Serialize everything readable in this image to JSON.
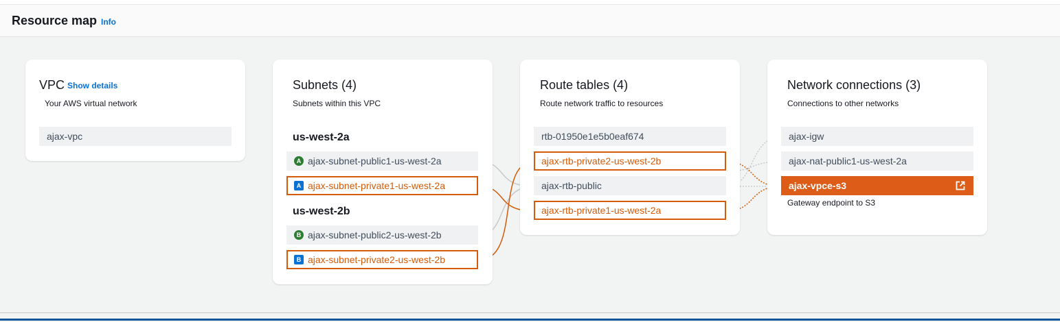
{
  "header": {
    "title": "Resource map",
    "info_label": "Info"
  },
  "vpc": {
    "title": "VPC",
    "show_details": "Show details",
    "description": "Your AWS virtual network",
    "name": "ajax-vpc"
  },
  "subnets": {
    "title": "Subnets (4)",
    "description": "Subnets within this VPC",
    "zones": [
      {
        "name": "us-west-2a",
        "items": [
          {
            "badge": "A",
            "label": "ajax-subnet-public1-us-west-2a",
            "kind": "public"
          },
          {
            "badge": "A",
            "label": "ajax-subnet-private1-us-west-2a",
            "kind": "private",
            "highlighted": true
          }
        ]
      },
      {
        "name": "us-west-2b",
        "items": [
          {
            "badge": "B",
            "label": "ajax-subnet-public2-us-west-2b",
            "kind": "public"
          },
          {
            "badge": "B",
            "label": "ajax-subnet-private2-us-west-2b",
            "kind": "private",
            "highlighted": true
          }
        ]
      }
    ]
  },
  "route_tables": {
    "title": "Route tables (4)",
    "description": "Route network traffic to resources",
    "items": [
      {
        "label": "rtb-01950e1e5b0eaf674",
        "highlighted": false
      },
      {
        "label": "ajax-rtb-private2-us-west-2b",
        "highlighted": true
      },
      {
        "label": "ajax-rtb-public",
        "highlighted": false
      },
      {
        "label": "ajax-rtb-private1-us-west-2a",
        "highlighted": true
      }
    ]
  },
  "network_connections": {
    "title": "Network connections (3)",
    "description": "Connections to other networks",
    "items": [
      {
        "label": "ajax-igw",
        "active": false
      },
      {
        "label": "ajax-nat-public1-us-west-2a",
        "active": false
      },
      {
        "label": "ajax-vpce-s3",
        "active": true,
        "icon": "external-link-icon"
      }
    ],
    "active_note": "Gateway endpoint to S3"
  },
  "colors": {
    "accent_orange": "#d45b07",
    "active_fill": "#dd5d18",
    "link_blue": "#0972d3",
    "node_bg": "#f0f1f2",
    "public_badge": "#2e7d32",
    "private_badge": "#0972d3"
  }
}
